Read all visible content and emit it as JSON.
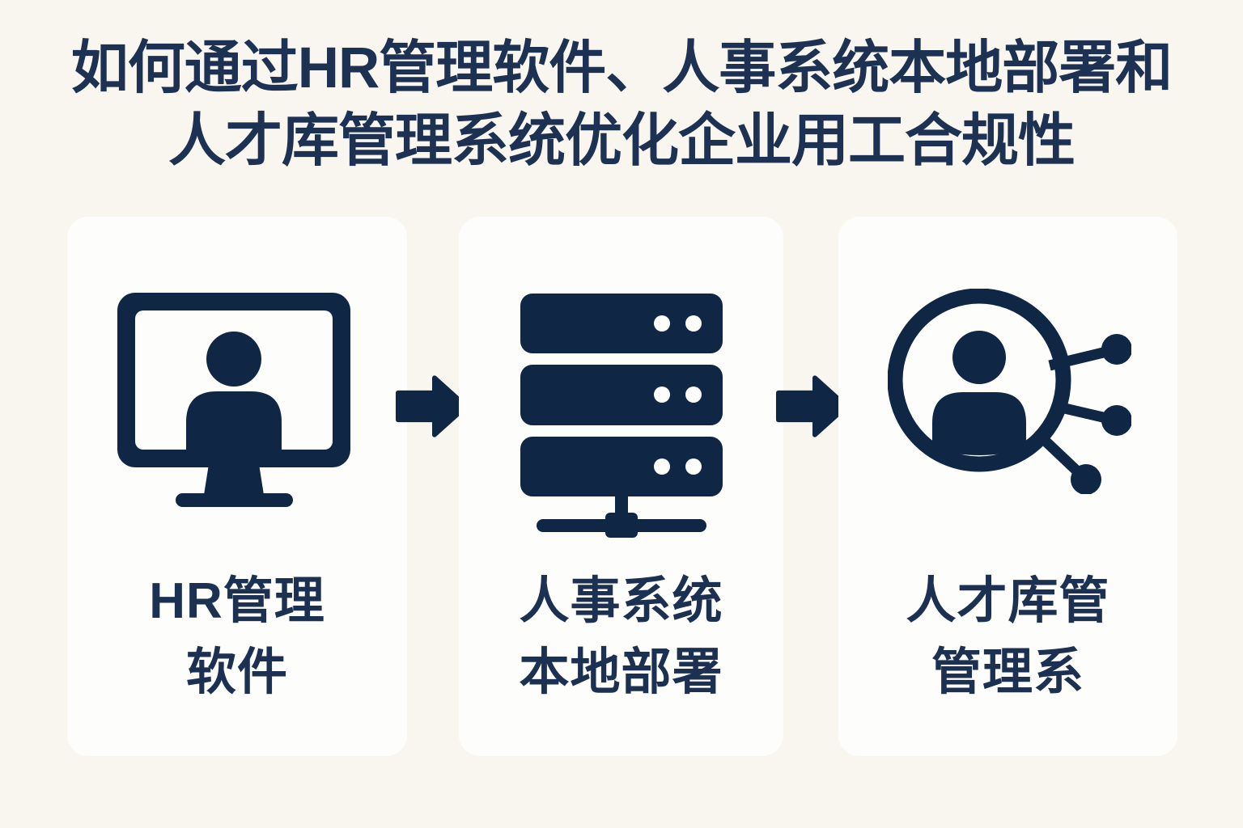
{
  "title": {
    "line1": "如何通过HR管理软件、人事系统本地部署和",
    "line2": "人才库管理系统优化企业用工合规性"
  },
  "cards": [
    {
      "icon": "monitor-user-icon",
      "label_line1": "HR管理",
      "label_line2": "软件"
    },
    {
      "icon": "server-stack-icon",
      "label_line1": "人事系统",
      "label_line2": "本地部署"
    },
    {
      "icon": "user-network-icon",
      "label_line1": "人才库管",
      "label_line2": "管理系"
    }
  ],
  "arrows": {
    "icon": "right-arrow-icon",
    "count": 2
  },
  "colors": {
    "background": "#f8f6ef",
    "card": "#fdfdfb",
    "icon_navy": "#0f2644",
    "text_navy": "#1d3153"
  }
}
